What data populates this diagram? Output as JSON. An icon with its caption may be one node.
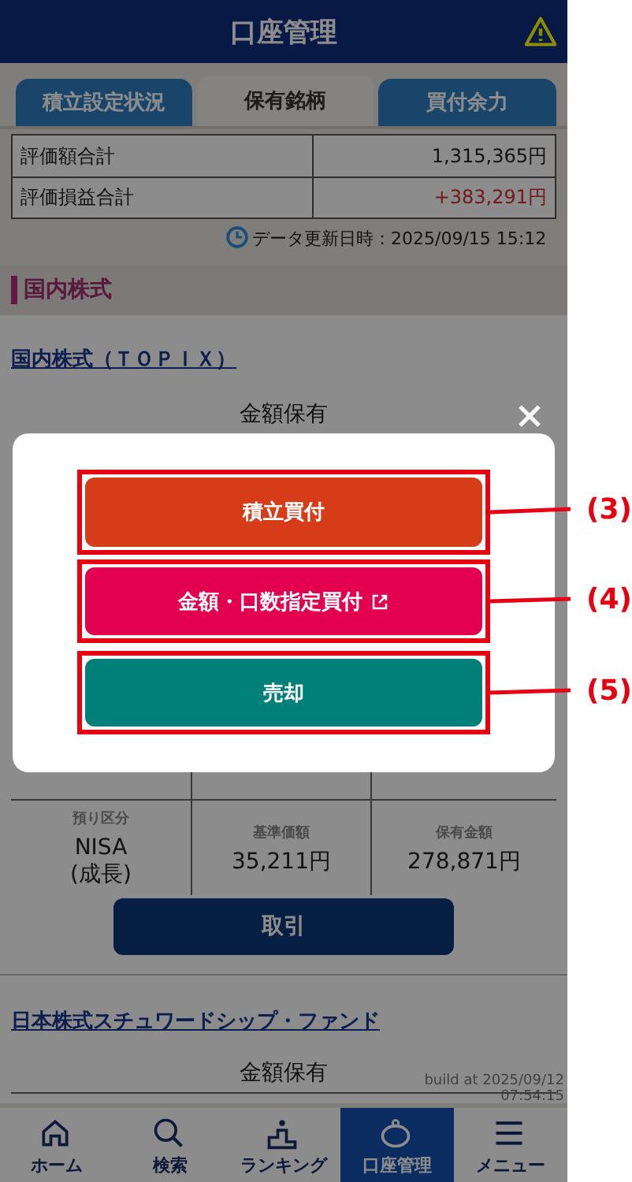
{
  "diagram": {
    "nodes": [
      {
        "text": [
          "積立買付"
        ]
      },
      {
        "text": [
          "金額・口数指定買付"
        ]
      },
      {
        "text": [
          "売却"
        ]
      },
      {
        "text": [
          "(3)"
        ]
      },
      {
        "text": [
          "(4)"
        ]
      },
      {
        "text": [
          "(5)"
        ]
      }
    ],
    "edges": [
      {
        "from": 3,
        "to": 0,
        "arrow": "none"
      },
      {
        "from": 4,
        "to": 1,
        "arrow": "none"
      },
      {
        "from": 5,
        "to": 2,
        "arrow": "none"
      }
    ],
    "labels": [
      "口座管理",
      "積立設定状況",
      "保有銘柄",
      "買付余力",
      "評価額合計",
      "1,315,365円",
      "評価損益合計",
      "+383,291円",
      "データ更新日時：2025/09/15 15:12",
      "国内株式",
      "国内株式（ＴＯＰＩＸ）",
      "金額保有",
      "預り区分",
      "NISA (成長)",
      "基準価額",
      "35,211円",
      "保有金額",
      "278,871円",
      "取引",
      "日本株式スチュワードシップ・ファンド",
      "金額保有",
      "build at 2025/09/12 07:54:15",
      "ホーム",
      "検索",
      "ランキング",
      "口座管理",
      "メニュー"
    ]
  }
}
